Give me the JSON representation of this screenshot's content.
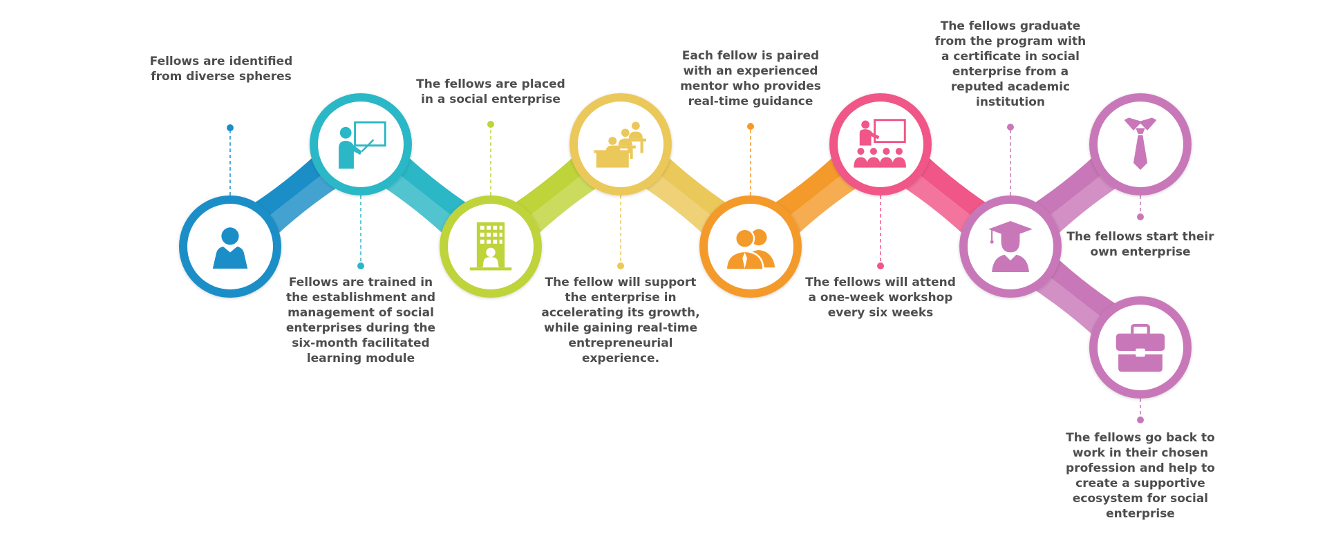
{
  "colors": {
    "blue": "#1b8ec7",
    "teal": "#2bb7c6",
    "lime": "#bfd33a",
    "yellow": "#ebc85a",
    "orange": "#f49a2a",
    "pink": "#f05687",
    "violet": "#c878b8",
    "text": "#4d4d4d"
  },
  "steps": [
    {
      "id": "identify",
      "icon": "person-icon",
      "color": "#1b8ec7",
      "caption": "Fellows are identified from diverse spheres"
    },
    {
      "id": "train",
      "icon": "teacher-board-icon",
      "color": "#2bb7c6",
      "caption": "Fellows are trained in the establishment and management of social enterprises during the six-month facilitated learning module"
    },
    {
      "id": "place",
      "icon": "office-building-icon",
      "color": "#bfd33a",
      "caption": "The fellows are placed in a social enterprise"
    },
    {
      "id": "support",
      "icon": "classroom-desks-icon",
      "color": "#ebc85a",
      "caption": "The fellow will support the enterprise in accelerating its growth, while gaining real-time entrepreneurial experience."
    },
    {
      "id": "mentor",
      "icon": "two-people-icon",
      "color": "#f49a2a",
      "caption": "Each fellow is paired with an experienced mentor who provides real-time guidance"
    },
    {
      "id": "workshop",
      "icon": "presenter-audience-icon",
      "color": "#f05687",
      "caption": "The fellows will attend a one-week workshop every six weeks"
    },
    {
      "id": "graduate",
      "icon": "graduate-icon",
      "color": "#c878b8",
      "caption": "The fellows graduate from the program with a certificate in social enterprise from a reputed academic institution"
    },
    {
      "id": "start",
      "icon": "tie-icon",
      "color": "#c878b8",
      "caption": "The fellows start their own enterprise"
    },
    {
      "id": "return",
      "icon": "briefcase-icon",
      "color": "#c878b8",
      "caption": "The fellows go back to work in their chosen profession and help to create a supportive ecosystem for social enterprise"
    }
  ]
}
